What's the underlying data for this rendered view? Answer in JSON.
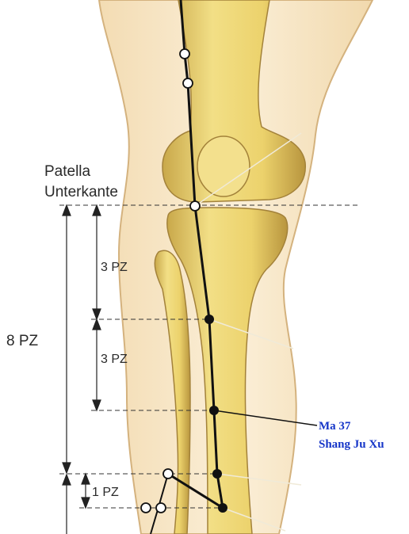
{
  "colors": {
    "skin": "#f7e6c4",
    "skin_edge": "#d8b98a",
    "bone": "#e9d36e",
    "bone_light": "#f5e7a4",
    "bone_edge": "#a3823a",
    "meridian": "#111111",
    "guide": "#333333",
    "label": "#2a2a2a",
    "point_label": "#1636c8"
  },
  "labels": {
    "landmark_line1": "Patella",
    "landmark_line2": "Unterkante",
    "total": "8 PZ",
    "seg_upper": "3 PZ",
    "seg_middle": "3 PZ",
    "seg_lower": "1 PZ"
  },
  "point": {
    "code": "Ma 37",
    "name": "Shang Ju Xu"
  }
}
